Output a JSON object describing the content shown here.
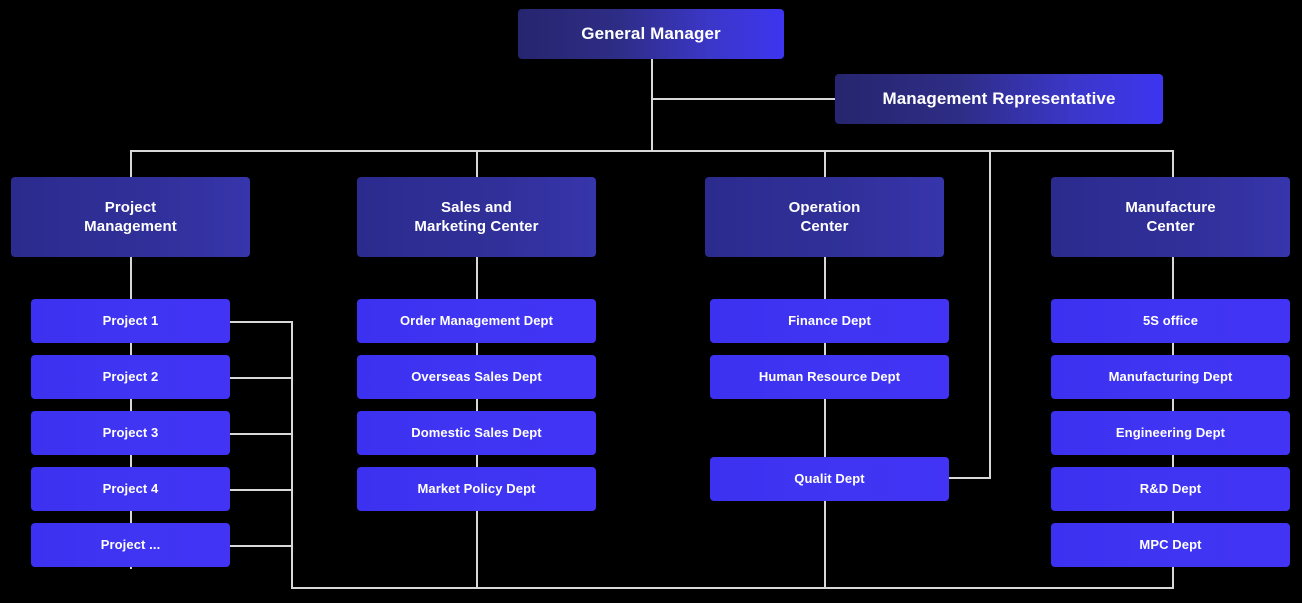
{
  "meta": {
    "title": "Organization Chart",
    "background_color": "#000000",
    "line_color": "#d8d8d8",
    "exec_box_color": "#3d35f0",
    "center_box_color": "#2d2f95",
    "leaf_box_color": "#3f35f2",
    "text_color": "#ffffff"
  },
  "chart_data": {
    "type": "diagram",
    "diagram_type": "organization-chart",
    "root": "General Manager",
    "staff": "Management Representative",
    "columns": [
      {
        "header": "Project\nManagement",
        "items": [
          "Project 1",
          "Project 2",
          "Project 3",
          "Project 4",
          "Project ..."
        ]
      },
      {
        "header": "Sales and\nMarketing Center",
        "items": [
          "Order Management Dept",
          "Overseas Sales Dept",
          "Domestic Sales Dept",
          "Market Policy Dept"
        ]
      },
      {
        "header": "Operation\nCenter",
        "items": [
          "Finance Dept",
          "Human Resource Dept",
          "Qualit Dept"
        ]
      },
      {
        "header": "Manufacture\nCenter",
        "items": [
          "5S office",
          "Manufacturing Dept",
          "Engineering Dept",
          "R&D Dept",
          "MPC Dept"
        ]
      }
    ]
  },
  "nodes": {
    "general_manager": "General Manager",
    "management_representative": "Management Representative",
    "project_management": "Project\nManagement",
    "sales_marketing_center": "Sales and\nMarketing Center",
    "operation_center": "Operation\nCenter",
    "manufacture_center": "Manufacture\nCenter",
    "project_1": "Project 1",
    "project_2": "Project 2",
    "project_3": "Project 3",
    "project_4": "Project 4",
    "project_more": "Project ...",
    "order_management_dept": "Order Management Dept",
    "overseas_sales_dept": "Overseas Sales Dept",
    "domestic_sales_dept": "Domestic Sales Dept",
    "market_policy_dept": "Market Policy Dept",
    "finance_dept": "Finance Dept",
    "human_resource_dept": "Human Resource Dept",
    "qualit_dept": "Qualit Dept",
    "office_5s": "5S office",
    "manufacturing_dept": "Manufacturing Dept",
    "engineering_dept": "Engineering Dept",
    "rd_dept": "R&D Dept",
    "mpc_dept": "MPC Dept"
  }
}
